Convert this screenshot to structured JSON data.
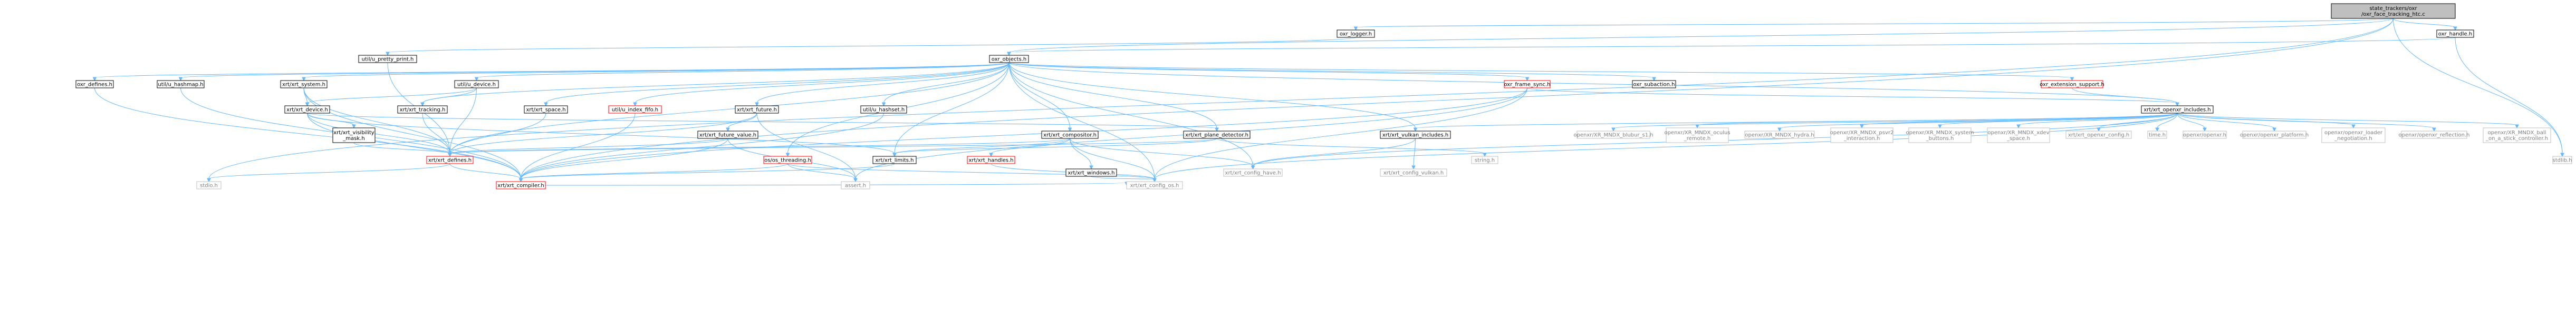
{
  "colors": {
    "root_fill": "#bfbfbf",
    "node_fill": "#ffffff",
    "node_border": "#000000",
    "missing_fill": "#ffffff",
    "missing_border": "#bfbfbf",
    "missing_text": "#7f7f7f",
    "truncated_border": "#ff0000",
    "edge": "#63b8ff"
  },
  "nodes": [
    {
      "id": "root",
      "lines": [
        "state_trackers/oxr",
        "/oxr_face_tracking_htc.c"
      ],
      "kind": "root"
    },
    {
      "id": "oxr_logger",
      "lines": [
        "oxr_logger.h"
      ],
      "kind": "normal"
    },
    {
      "id": "oxr_handle",
      "lines": [
        "oxr_handle.h"
      ],
      "kind": "normal"
    },
    {
      "id": "pretty_print",
      "lines": [
        "util/u_pretty_print.h"
      ],
      "kind": "normal"
    },
    {
      "id": "oxr_objects",
      "lines": [
        "oxr_objects.h"
      ],
      "kind": "normal"
    },
    {
      "id": "oxr_defines",
      "lines": [
        "oxr_defines.h"
      ],
      "kind": "normal"
    },
    {
      "id": "u_hashmap",
      "lines": [
        "util/u_hashmap.h"
      ],
      "kind": "normal"
    },
    {
      "id": "xrt_system",
      "lines": [
        "xrt/xrt_system.h"
      ],
      "kind": "normal"
    },
    {
      "id": "u_device",
      "lines": [
        "util/u_device.h"
      ],
      "kind": "normal"
    },
    {
      "id": "xrt_device",
      "lines": [
        "xrt/xrt_device.h"
      ],
      "kind": "normal"
    },
    {
      "id": "xrt_tracking",
      "lines": [
        "xrt/xrt_tracking.h"
      ],
      "kind": "normal"
    },
    {
      "id": "xrt_space",
      "lines": [
        "xrt/xrt_space.h"
      ],
      "kind": "normal"
    },
    {
      "id": "u_index_fifo",
      "lines": [
        "util/u_index_fifo.h"
      ],
      "kind": "truncated"
    },
    {
      "id": "xrt_future",
      "lines": [
        "xrt/xrt_future.h"
      ],
      "kind": "normal"
    },
    {
      "id": "u_hashset",
      "lines": [
        "util/u_hashset.h"
      ],
      "kind": "normal"
    },
    {
      "id": "xrt_visibility_mask",
      "lines": [
        "xrt/xrt_visibility",
        "_mask.h"
      ],
      "kind": "normal"
    },
    {
      "id": "xrt_future_value",
      "lines": [
        "xrt/xrt_future_value.h"
      ],
      "kind": "normal"
    },
    {
      "id": "xrt_compositor",
      "lines": [
        "xrt/xrt_compositor.h"
      ],
      "kind": "normal"
    },
    {
      "id": "xrt_plane_detector",
      "lines": [
        "xrt/xrt_plane_detector.h"
      ],
      "kind": "normal"
    },
    {
      "id": "oxr_frame_sync",
      "lines": [
        "oxr_frame_sync.h"
      ],
      "kind": "truncated"
    },
    {
      "id": "oxr_subaction",
      "lines": [
        "oxr_subaction.h"
      ],
      "kind": "normal"
    },
    {
      "id": "oxr_extension_support",
      "lines": [
        "oxr_extension_support.h"
      ],
      "kind": "truncated"
    },
    {
      "id": "xrt_openxr_includes",
      "lines": [
        "xrt/xrt_openxr_includes.h"
      ],
      "kind": "normal"
    },
    {
      "id": "xrt_vulkan_includes",
      "lines": [
        "xrt/xrt_vulkan_includes.h"
      ],
      "kind": "normal"
    },
    {
      "id": "xrt_defines",
      "lines": [
        "xrt/xrt_defines.h"
      ],
      "kind": "truncated"
    },
    {
      "id": "os_threading",
      "lines": [
        "os/os_threading.h"
      ],
      "kind": "truncated"
    },
    {
      "id": "xrt_limits",
      "lines": [
        "xrt/xrt_limits.h"
      ],
      "kind": "normal"
    },
    {
      "id": "xrt_handles",
      "lines": [
        "xrt/xrt_handles.h"
      ],
      "kind": "truncated"
    },
    {
      "id": "xrt_windows",
      "lines": [
        "xrt/xrt_windows.h"
      ],
      "kind": "normal"
    },
    {
      "id": "xrt_config_have",
      "lines": [
        "xrt/xrt_config_have.h"
      ],
      "kind": "missing"
    },
    {
      "id": "xrt_config_vulkan",
      "lines": [
        "xrt/xrt_config_vulkan.h"
      ],
      "kind": "missing"
    },
    {
      "id": "xrt_compiler",
      "lines": [
        "xrt/xrt_compiler.h"
      ],
      "kind": "truncated"
    },
    {
      "id": "assert",
      "lines": [
        "assert.h"
      ],
      "kind": "missing"
    },
    {
      "id": "xrt_config_os",
      "lines": [
        "xrt/xrt_config_os.h"
      ],
      "kind": "missing"
    },
    {
      "id": "stdio",
      "lines": [
        "stdio.h"
      ],
      "kind": "missing"
    },
    {
      "id": "string",
      "lines": [
        "string.h"
      ],
      "kind": "missing"
    },
    {
      "id": "stdlib",
      "lines": [
        "stdlib.h"
      ],
      "kind": "missing"
    },
    {
      "id": "blubur",
      "lines": [
        "openxr/XR_MNDX_blubur_s1.h"
      ],
      "kind": "missing"
    },
    {
      "id": "oculus_remote",
      "lines": [
        "openxr/XR_MNDX_oculus",
        "_remote.h"
      ],
      "kind": "missing"
    },
    {
      "id": "hydra",
      "lines": [
        "openxr/XR_MNDX_hydra.h"
      ],
      "kind": "missing"
    },
    {
      "id": "psvr2",
      "lines": [
        "openxr/XR_MNDX_psvr2",
        "_interaction.h"
      ],
      "kind": "missing"
    },
    {
      "id": "system_buttons",
      "lines": [
        "openxr/XR_MNDX_system",
        "_buttons.h"
      ],
      "kind": "missing"
    },
    {
      "id": "xdev_space",
      "lines": [
        "openxr/XR_MNDX_xdev",
        "_space.h"
      ],
      "kind": "missing"
    },
    {
      "id": "xrt_openxr_config",
      "lines": [
        "xrt/xrt_openxr_config.h"
      ],
      "kind": "missing"
    },
    {
      "id": "time",
      "lines": [
        "time.h"
      ],
      "kind": "missing"
    },
    {
      "id": "openxr_h",
      "lines": [
        "openxr/openxr.h"
      ],
      "kind": "missing"
    },
    {
      "id": "openxr_platform",
      "lines": [
        "openxr/openxr_platform.h"
      ],
      "kind": "missing"
    },
    {
      "id": "openxr_loader",
      "lines": [
        "openxr/openxr_loader",
        "_negotiation.h"
      ],
      "kind": "missing"
    },
    {
      "id": "openxr_reflection",
      "lines": [
        "openxr/openxr_reflection.h"
      ],
      "kind": "missing"
    },
    {
      "id": "ball_on_stick",
      "lines": [
        "openxr/XR_MNDX_ball",
        "_on_a_stick_controller.h"
      ],
      "kind": "missing"
    }
  ],
  "edges": [
    [
      "root",
      "oxr_logger"
    ],
    [
      "root",
      "oxr_handle"
    ],
    [
      "root",
      "oxr_objects"
    ],
    [
      "root",
      "xrt_compiler"
    ],
    [
      "root",
      "stdio"
    ],
    [
      "root",
      "stdlib"
    ],
    [
      "oxr_logger",
      "pretty_print"
    ],
    [
      "pretty_print",
      "xrt_defines"
    ],
    [
      "oxr_handle",
      "oxr_objects"
    ],
    [
      "oxr_handle",
      "stdlib"
    ],
    [
      "oxr_objects",
      "oxr_defines"
    ],
    [
      "oxr_objects",
      "u_hashmap"
    ],
    [
      "oxr_objects",
      "xrt_system"
    ],
    [
      "oxr_objects",
      "u_device"
    ],
    [
      "oxr_objects",
      "xrt_tracking"
    ],
    [
      "oxr_objects",
      "xrt_space"
    ],
    [
      "oxr_objects",
      "u_index_fifo"
    ],
    [
      "oxr_objects",
      "xrt_future"
    ],
    [
      "oxr_objects",
      "u_hashset"
    ],
    [
      "oxr_objects",
      "xrt_compositor"
    ],
    [
      "oxr_objects",
      "xrt_plane_detector"
    ],
    [
      "oxr_objects",
      "oxr_frame_sync"
    ],
    [
      "oxr_objects",
      "oxr_subaction"
    ],
    [
      "oxr_objects",
      "oxr_extension_support"
    ],
    [
      "oxr_objects",
      "xrt_openxr_includes"
    ],
    [
      "oxr_objects",
      "xrt_vulkan_includes"
    ],
    [
      "oxr_objects",
      "xrt_config_os"
    ],
    [
      "oxr_objects",
      "xrt_config_have"
    ],
    [
      "oxr_objects",
      "os_threading"
    ],
    [
      "oxr_objects",
      "xrt_limits"
    ],
    [
      "oxr_objects",
      "xrt_defines"
    ],
    [
      "oxr_defines",
      "xrt_compiler"
    ],
    [
      "u_hashmap",
      "xrt_compiler"
    ],
    [
      "xrt_system",
      "xrt_defines"
    ],
    [
      "xrt_system",
      "xrt_device"
    ],
    [
      "xrt_system",
      "xrt_compiler"
    ],
    [
      "u_device",
      "xrt_device"
    ],
    [
      "u_device",
      "xrt_tracking"
    ],
    [
      "u_device",
      "xrt_defines"
    ],
    [
      "xrt_device",
      "xrt_defines"
    ],
    [
      "xrt_device",
      "xrt_visibility_mask"
    ],
    [
      "xrt_device",
      "xrt_limits"
    ],
    [
      "xrt_device",
      "xrt_plane_detector"
    ],
    [
      "xrt_device",
      "xrt_compiler"
    ],
    [
      "xrt_tracking",
      "xrt_defines"
    ],
    [
      "xrt_space",
      "xrt_defines"
    ],
    [
      "u_index_fifo",
      "xrt_compiler"
    ],
    [
      "xrt_future",
      "xrt_defines"
    ],
    [
      "xrt_future",
      "xrt_future_value"
    ],
    [
      "xrt_future",
      "assert"
    ],
    [
      "xrt_future_value",
      "xrt_defines"
    ],
    [
      "xrt_future_value",
      "assert"
    ],
    [
      "xrt_future_value",
      "xrt_compiler"
    ],
    [
      "u_hashset",
      "xrt_compiler"
    ],
    [
      "xrt_visibility_mask",
      "xrt_defines"
    ],
    [
      "xrt_compositor",
      "xrt_defines"
    ],
    [
      "xrt_compositor",
      "xrt_handles"
    ],
    [
      "xrt_compositor",
      "xrt_limits"
    ],
    [
      "xrt_compositor",
      "xrt_config_have"
    ],
    [
      "xrt_compositor",
      "xrt_windows"
    ],
    [
      "xrt_compositor",
      "xrt_config_os"
    ],
    [
      "xrt_plane_detector",
      "xrt_defines"
    ],
    [
      "xrt_plane_detector",
      "xrt_limits"
    ],
    [
      "xrt_plane_detector",
      "string"
    ],
    [
      "oxr_frame_sync",
      "xrt_compiler"
    ],
    [
      "oxr_frame_sync",
      "assert"
    ],
    [
      "oxr_frame_sync",
      "xrt_config_os"
    ],
    [
      "oxr_frame_sync",
      "xrt_openxr_includes"
    ],
    [
      "oxr_extension_support",
      "xrt_openxr_includes"
    ],
    [
      "xrt_openxr_includes",
      "xrt_config_have"
    ],
    [
      "xrt_openxr_includes",
      "xrt_vulkan_includes"
    ],
    [
      "xrt_openxr_includes",
      "blubur"
    ],
    [
      "xrt_openxr_includes",
      "oculus_remote"
    ],
    [
      "xrt_openxr_includes",
      "hydra"
    ],
    [
      "xrt_openxr_includes",
      "psvr2"
    ],
    [
      "xrt_openxr_includes",
      "system_buttons"
    ],
    [
      "xrt_openxr_includes",
      "xdev_space"
    ],
    [
      "xrt_openxr_includes",
      "xrt_openxr_config"
    ],
    [
      "xrt_openxr_includes",
      "time"
    ],
    [
      "xrt_openxr_includes",
      "openxr_h"
    ],
    [
      "xrt_openxr_includes",
      "openxr_platform"
    ],
    [
      "xrt_openxr_includes",
      "openxr_loader"
    ],
    [
      "xrt_openxr_includes",
      "openxr_reflection"
    ],
    [
      "xrt_openxr_includes",
      "ball_on_stick"
    ],
    [
      "xrt_openxr_includes",
      "xrt_config_os"
    ],
    [
      "xrt_vulkan_includes",
      "xrt_config_have"
    ],
    [
      "xrt_vulkan_includes",
      "xrt_config_vulkan"
    ],
    [
      "xrt_defines",
      "xrt_compiler"
    ],
    [
      "xrt_defines",
      "stdio"
    ],
    [
      "os_threading",
      "xrt_compiler"
    ],
    [
      "os_threading",
      "xrt_config_os"
    ],
    [
      "os_threading",
      "assert"
    ],
    [
      "xrt_limits",
      "xrt_compiler"
    ],
    [
      "xrt_handles",
      "xrt_config_os"
    ],
    [
      "xrt_windows",
      "xrt_config_os"
    ],
    [
      "xrt_compiler",
      "xrt_config_os"
    ]
  ]
}
